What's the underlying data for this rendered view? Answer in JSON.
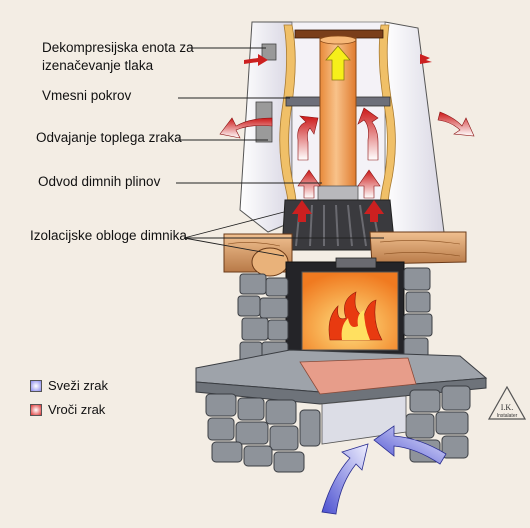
{
  "labels": {
    "decompression": [
      "Dekompresijska enota za",
      "izenačevanje tlaka"
    ],
    "intermediate_cover": "Vmesni pokrov",
    "hot_air_outlet": "Odvajanje toplega zraka",
    "flue_outlet": "Odvod dimnih plinov",
    "chimney_insulation": "Izolacijske obloge dimnika"
  },
  "legend": {
    "fresh_air": {
      "label": "Sveži zrak",
      "color": "#8888ee"
    },
    "hot_air": {
      "label": "Vroči zrak",
      "color": "#dd3333"
    }
  },
  "logo": {
    "line1": "I.K.",
    "line2": "Instalater"
  },
  "colors": {
    "background": "#f3ede4",
    "hood": "#e9e6f0",
    "insulation": "#f0c068",
    "flue": "#f2a060",
    "hot_arrow": "#cc2020",
    "fresh_arrow": "#7b80e8",
    "stone": "#8a8f96",
    "wood": "#d9a070",
    "brick": "#e79d8a"
  }
}
